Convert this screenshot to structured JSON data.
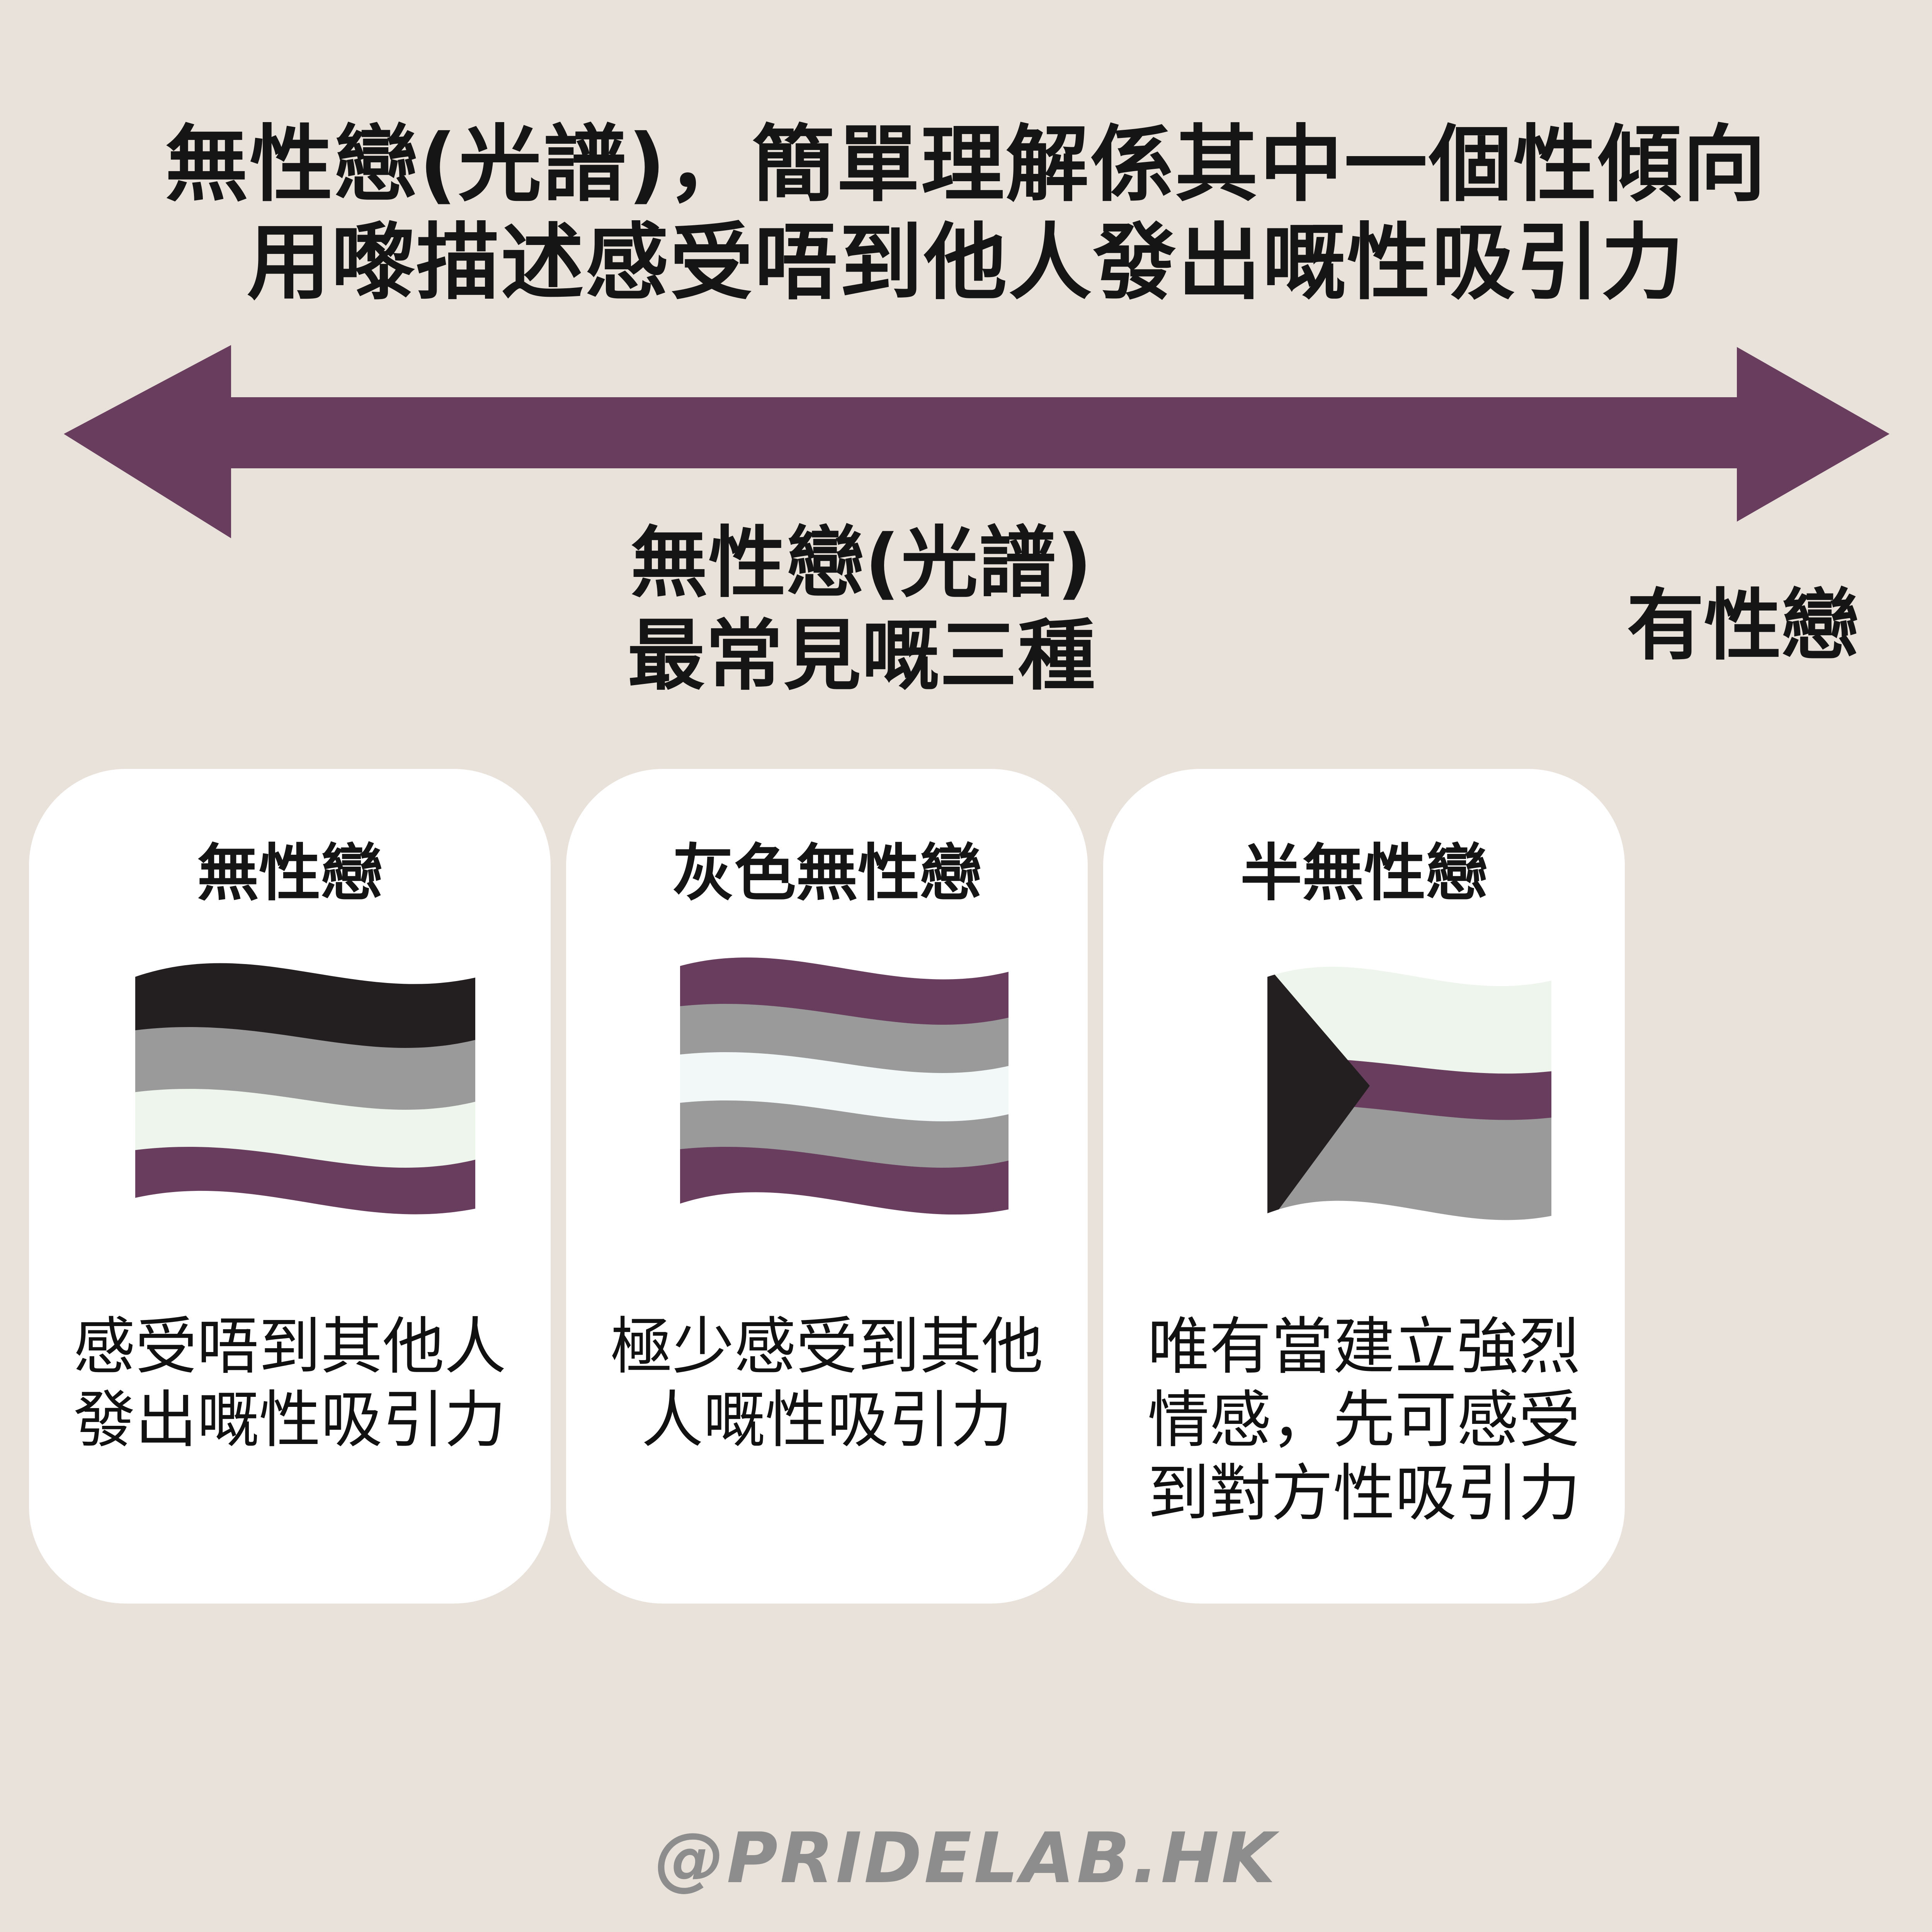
{
  "headline": {
    "line1": "無性戀(光譜)，簡單理解係其中一個性傾向",
    "line2": "用嚟描述感受唔到他人發出嘅性吸引力"
  },
  "spectrum": {
    "left_label_line1": "無性戀(光譜)",
    "left_label_line2": "最常見嘅三種",
    "right_label": "有性戀",
    "arrow_color": "#693d5e"
  },
  "cards": [
    {
      "title": "無性戀",
      "flag_icon": "asexual-flag-icon",
      "flag_stripes": [
        "#231f20",
        "#9a9a9a",
        "#eef5ec",
        "#693d5e"
      ],
      "desc_lines": [
        "感受唔到其他人",
        "發出嘅性吸引力"
      ]
    },
    {
      "title": "灰色無性戀",
      "flag_icon": "greysexual-flag-icon",
      "flag_stripes": [
        "#693d5e",
        "#9a9a9a",
        "#f2f8f7",
        "#9a9a9a",
        "#693d5e"
      ],
      "desc_lines": [
        "極少感受到其他",
        "人嘅性吸引力"
      ]
    },
    {
      "title": "半無性戀",
      "flag_icon": "demisexual-flag-icon",
      "flag_stripes": [
        "#eef5ec",
        "#693d5e",
        "#9a9a9a"
      ],
      "chevron_color": "#231f20",
      "desc_lines": [
        "唯有當建立強烈",
        "情感，先可感受",
        "到對方性吸引力"
      ]
    }
  ],
  "credit": "@PRIDELAB.HK",
  "colors": {
    "background": "#e9e2db",
    "card": "#ffffff",
    "purple": "#693d5e",
    "grey": "#9a9a9a",
    "black": "#231f20",
    "credit": "#8d8d8d"
  }
}
